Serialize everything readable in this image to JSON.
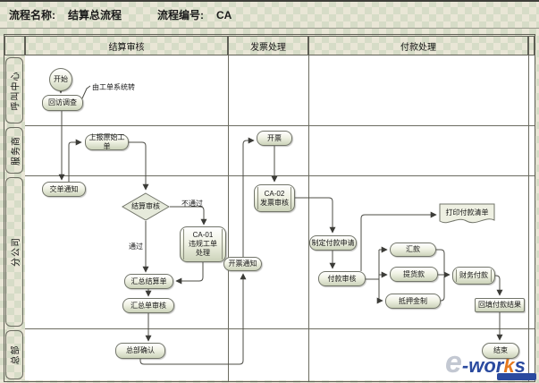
{
  "title_bar": {
    "name_label": "流程名称:",
    "name_value": "结算总流程",
    "code_label": "流程编号:",
    "code_value": "CA"
  },
  "header": {
    "columns": [
      "结算审核",
      "发票处理",
      "付款处理"
    ]
  },
  "lanes": [
    "呼叫中心",
    "服务商",
    "分公司",
    "总部"
  ],
  "nodes": {
    "start": "开始",
    "survey": "回访调查",
    "delivery_notice": "交单通知",
    "submit_order": "上报原始工单",
    "settle_review": "结算审核",
    "ca01_line1": "CA-01",
    "ca01_line2": "违规工单",
    "ca01_line3": "处理",
    "summary_sheet": "汇总结算单",
    "summary_review": "汇总单审核",
    "hq_confirm": "总部确认",
    "invoice_notice": "开票通知",
    "invoice": "开票",
    "ca02_line1": "CA-02",
    "ca02_line2": "发票审核",
    "payment_request": "制定付款申请",
    "payment_review": "付款审核",
    "print_list": "打印付款清单",
    "remit": "汇款",
    "goods_payment": "提货款",
    "deposit": "抵押金制",
    "finance_pay": "财务付款",
    "fill_result": "回填付款结果",
    "end": "结束"
  },
  "labels": {
    "note": "由工单系统转",
    "no_pass": "不通过",
    "pass": "通过"
  },
  "watermark": {
    "e": "e",
    "wor": "-wor",
    "k": "k",
    "s": "s"
  },
  "colors": {
    "checker_light": "#e9e6d6",
    "checker_dark": "#d6dcc7",
    "node_fill_bottom": "#ccd3ba",
    "node_border": "#72756a",
    "connector": "#4c4c46",
    "watermark_blue": "#2a4a9f",
    "watermark_orange": "#e5791e",
    "watermark_gray": "#c3c8d2"
  }
}
